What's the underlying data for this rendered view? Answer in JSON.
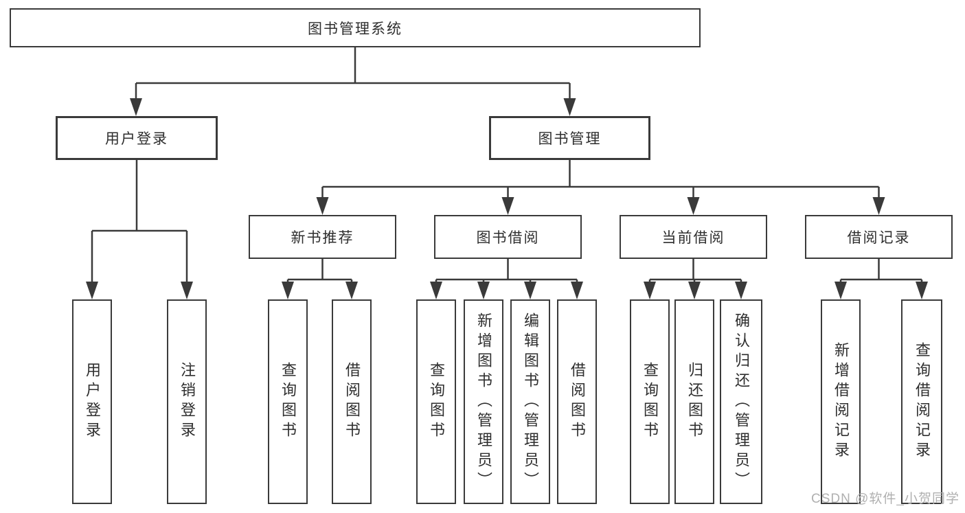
{
  "diagram_type": "hierarchy-tree",
  "colors": {
    "line": "#3a3a3a",
    "text": "#2e2e2e",
    "watermark": "#b0b0b0",
    "background": "#ffffff"
  },
  "watermark": {
    "text": "CSDN @软件_小贺同学"
  },
  "tree": {
    "root": {
      "label": "图书管理系统",
      "children": [
        {
          "label": "用户登录",
          "children": [
            {
              "label": "用户登录"
            },
            {
              "label": "注销登录"
            }
          ]
        },
        {
          "label": "图书管理",
          "children": [
            {
              "label": "新书推荐",
              "children": [
                {
                  "label": "查询图书"
                },
                {
                  "label": "借阅图书"
                }
              ]
            },
            {
              "label": "图书借阅",
              "children": [
                {
                  "label": "查询图书"
                },
                {
                  "label": "新增图书（管理员）"
                },
                {
                  "label": "编辑图书（管理员）"
                },
                {
                  "label": "借阅图书"
                }
              ]
            },
            {
              "label": "当前借阅",
              "children": [
                {
                  "label": "查询图书"
                },
                {
                  "label": "归还图书"
                },
                {
                  "label": "确认归还（管理员）"
                }
              ]
            },
            {
              "label": "借阅记录",
              "children": [
                {
                  "label": "新增借阅记录"
                },
                {
                  "label": "查询借阅记录"
                }
              ]
            }
          ]
        }
      ]
    }
  }
}
